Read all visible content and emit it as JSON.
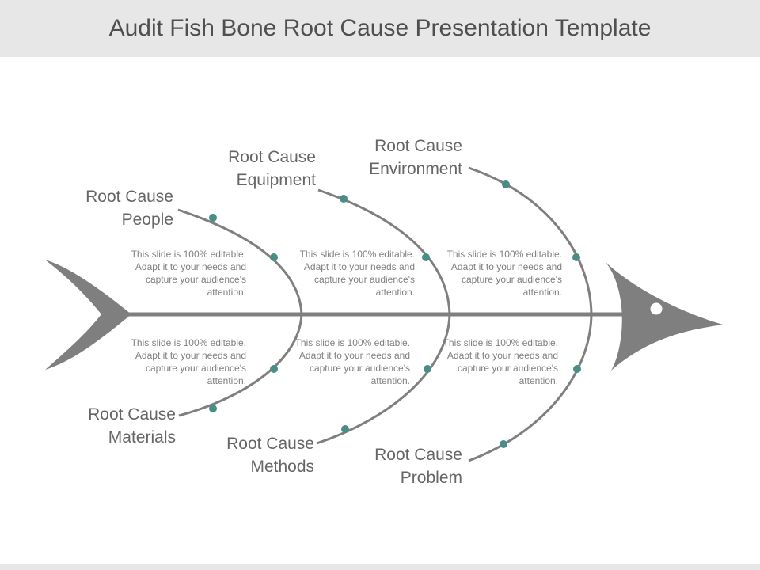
{
  "title": "Audit Fish Bone Root Cause Presentation Template",
  "colors": {
    "bone": "#7f7f7f",
    "dot": "#4a8c86",
    "text": "#666666",
    "bar": "#e7e7e7"
  },
  "causes": [
    {
      "line1": "Root Cause",
      "line2": "People"
    },
    {
      "line1": "Root Cause",
      "line2": "Equipment"
    },
    {
      "line1": "Root Cause",
      "line2": "Environment"
    },
    {
      "line1": "Root Cause",
      "line2": "Materials"
    },
    {
      "line1": "Root Cause",
      "line2": "Methods"
    },
    {
      "line1": "Root Cause",
      "line2": "Problem"
    }
  ],
  "descriptions": [
    "This slide is 100% editable. Adapt it to your needs and capture your audience's attention.",
    "This slide is 100% editable. Adapt it to your needs and capture your audience's attention.",
    "This slide is 100% editable. Adapt it to your needs and capture your audience's attention.",
    "This slide is 100% editable. Adapt it to your needs and capture your audience's attention.",
    "This slide is 100% editable. Adapt it to your needs and capture your audience's attention.",
    "This slide is 100% editable. Adapt it to your needs and capture your audience's attention."
  ]
}
